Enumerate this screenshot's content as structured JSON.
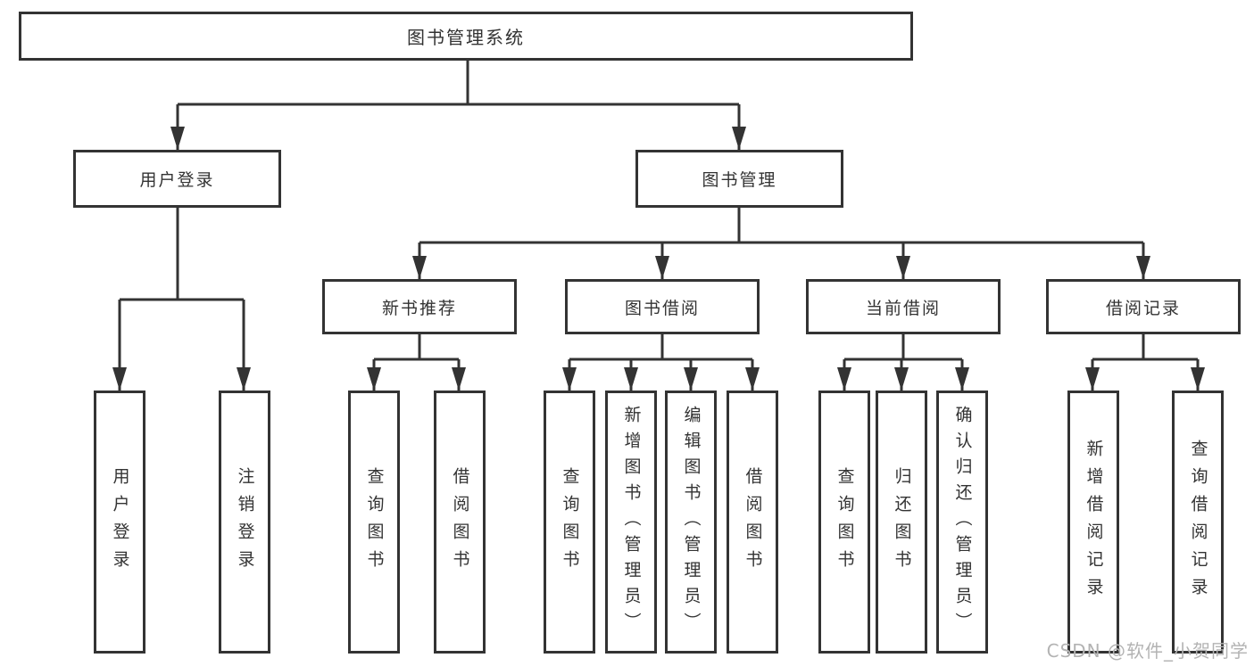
{
  "page": {
    "background": "#ffffff"
  },
  "diagram": {
    "line_color": "#333333",
    "box_border_color": "#333333",
    "text_color": "#333333",
    "root": "图书管理系统",
    "level2": [
      "用户登录",
      "图书管理"
    ],
    "level3": [
      "新书推荐",
      "图书借阅",
      "当前借阅",
      "借阅记录"
    ],
    "leaves": {
      "user_login": [
        "用户登录",
        "注销登录"
      ],
      "new_book_recommend": [
        "查询图书",
        "借阅图书"
      ],
      "book_borrow": [
        "查询图书",
        "新增图书（管理员）",
        "编辑图书（管理员）",
        "借阅图书"
      ],
      "current_borrow": [
        "查询图书",
        "归还图书",
        "确认归还（管理员）"
      ],
      "borrow_record": [
        "新增借阅记录",
        "查询借阅记录"
      ]
    }
  },
  "watermark": {
    "text": "CSDN @软件_小贺同学",
    "color": "#b3b3b3"
  }
}
